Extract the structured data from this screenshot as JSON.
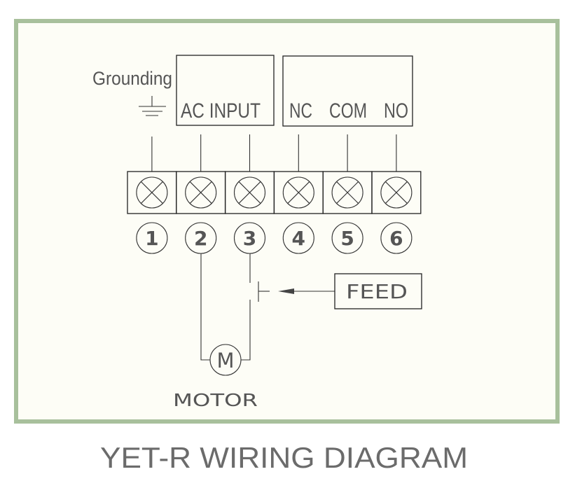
{
  "title": "YET-R  WIRING DIAGRAM",
  "colors": {
    "frame": "#a8c09c",
    "panel_background": "#fdfdf6",
    "text": "#555555",
    "title_text": "#6b6b6b",
    "line": "#222222"
  },
  "labels": {
    "grounding": "Grounding",
    "ac_input": "AC INPUT",
    "nc": "NC",
    "com": "COM",
    "no": "NO",
    "feed": "FEED",
    "motor": "MOTOR",
    "motor_symbol": "M"
  },
  "terminals": [
    {
      "number": "1",
      "connection": "Grounding",
      "icon": "screw-terminal-icon"
    },
    {
      "number": "2",
      "connection": "AC INPUT",
      "icon": "screw-terminal-icon"
    },
    {
      "number": "3",
      "connection": "AC INPUT",
      "icon": "screw-terminal-icon"
    },
    {
      "number": "4",
      "connection": "NC",
      "icon": "screw-terminal-icon"
    },
    {
      "number": "5",
      "connection": "COM",
      "icon": "screw-terminal-icon"
    },
    {
      "number": "6",
      "connection": "NO",
      "icon": "screw-terminal-icon"
    }
  ],
  "icons": {
    "ground": "ground-symbol-icon",
    "switch": "feed-switch-contact-icon",
    "arrow": "arrow-left-icon",
    "motor": "motor-symbol-icon"
  }
}
